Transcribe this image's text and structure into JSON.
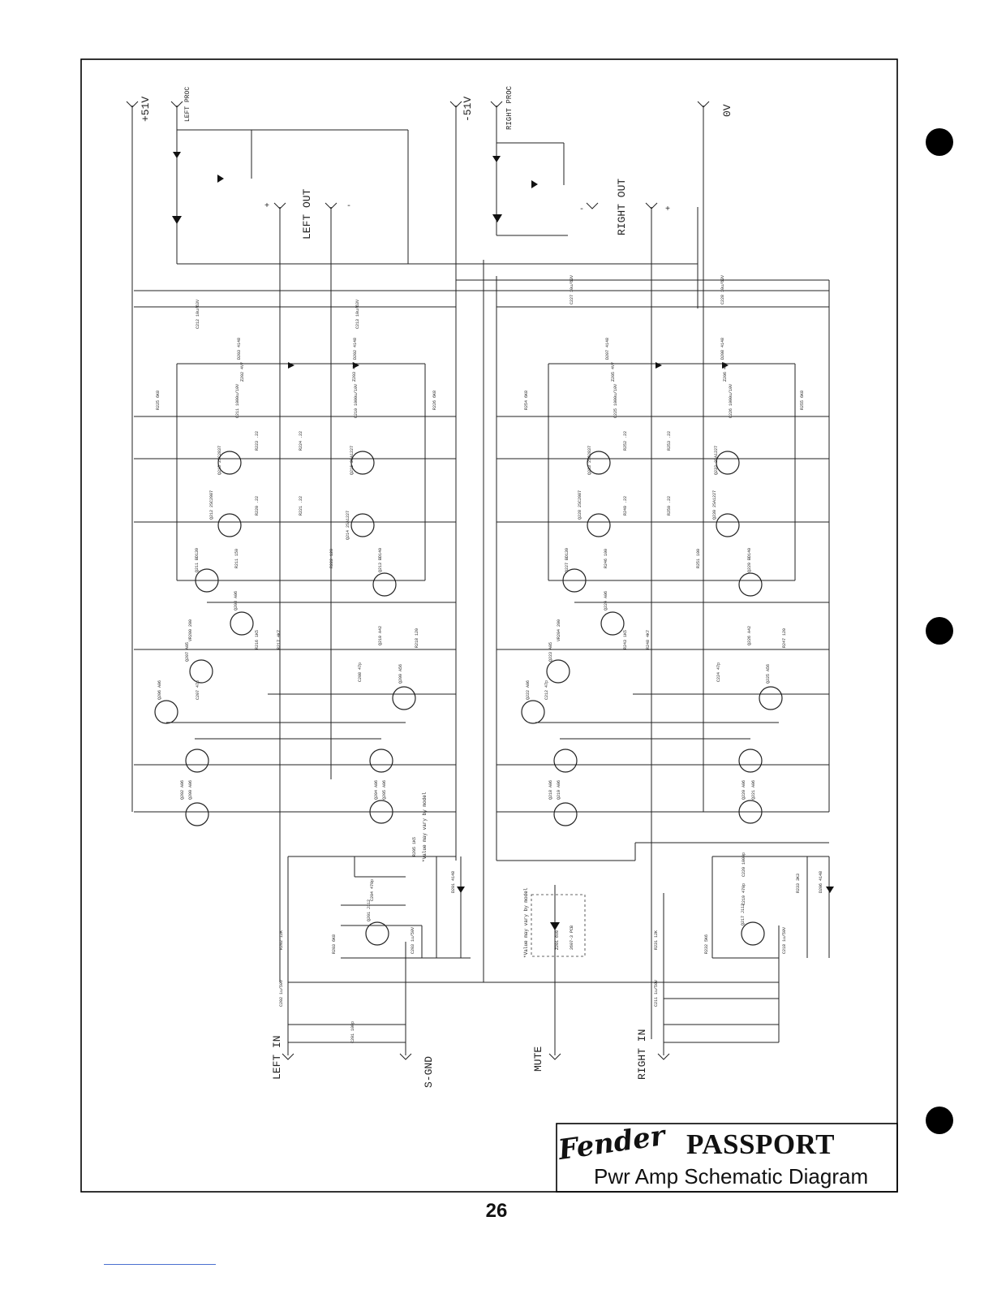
{
  "title_block": {
    "brand": "Fender",
    "model": "PASSPORT",
    "subtitle": "Pwr Amp Schematic Diagram"
  },
  "page_number": "26",
  "supply_labels": {
    "pos_rail": "+51V",
    "neg_rail": "-51V",
    "zero_v": "0V"
  },
  "connector_labels": {
    "left_proc": "LEFT PROC",
    "right_proc": "RIGHT PROC",
    "left_out": "LEFT OUT",
    "right_out": "RIGHT OUT",
    "left_in": "LEFT IN",
    "s_gnd": "S-GND",
    "mute": "MUTE",
    "right_in": "RIGHT IN",
    "plus": "+",
    "minus": "-"
  },
  "notes": {
    "value_vary_left": "*Value may vary by model",
    "value_vary_mute": "*Value may vary by model"
  },
  "components_left": [
    "Q215 2SC2837",
    "Q216 2SA1227",
    "Q212 2SC2987",
    "Q214 2SA1227",
    "Q211 BD139",
    "Q213 BD140",
    "Q208 A06",
    "Q210 A42",
    "Q209 A56",
    "Q207 A05",
    "Q206 A06",
    "Q200 A06",
    "Q204 A06",
    "Q202 A06",
    "Q205 A06",
    "R223 .22",
    "R224 .22",
    "R220 .22",
    "R221 .22",
    "R225 6K8",
    "R226 6K8",
    "R211 150",
    "R222 120",
    "R216 1K5",
    "R217 4K7",
    "R218 120",
    "C212 10u/63V",
    "C213 10u/63V",
    "C211 1000u/10V",
    "C210 1000u/10V",
    "D203 4148",
    "D202 4148",
    "Z202 4V7",
    "Z203 4V7",
    "C208 47p",
    "C207 47p",
    "VR200 200",
    "R203 6K8",
    "R202 12K",
    "C202 1u/50V",
    "C201 100p",
    "C204 470p",
    "C203 1u/50V",
    "Q201 J112",
    "R205 1K5",
    "D201 4148"
  ],
  "components_right": [
    "Q233 2SC2837",
    "Q232 2SA1227",
    "Q228 2SC2987",
    "Q230 2SA1227",
    "Q227 BD139",
    "Q229 BD140",
    "Q224 A06",
    "Q226 A42",
    "Q225 A56",
    "Q223 A05",
    "Q222 A06",
    "Q219 A06",
    "Q218 A06",
    "Q220 A06",
    "Q221 A06",
    "R252 .22",
    "R253 .22",
    "R249 .22",
    "R250 .22",
    "R254 6K8",
    "R255 6K8",
    "R246 100",
    "R251 100",
    "R247 120",
    "R243 1K5",
    "R248 4K7",
    "C227 10u/63V",
    "C228 10u/63V",
    "C225 1000u/10V",
    "C226 1000u/10V",
    "D207 4148",
    "D208 4148",
    "Z205 4V7",
    "Z206 4V7",
    "C224 47p",
    "C212 47p",
    "VR204 200",
    "R231 12K",
    "R232 5K6",
    "C218 1u/50V",
    "C219 470p",
    "C220 1000p",
    "Q217 J112",
    "R233 3K3",
    "D206 4148",
    "C211 1u/50V"
  ],
  "mute_circuit": [
    "Z201 6V8",
    "2607-3 PCB"
  ]
}
